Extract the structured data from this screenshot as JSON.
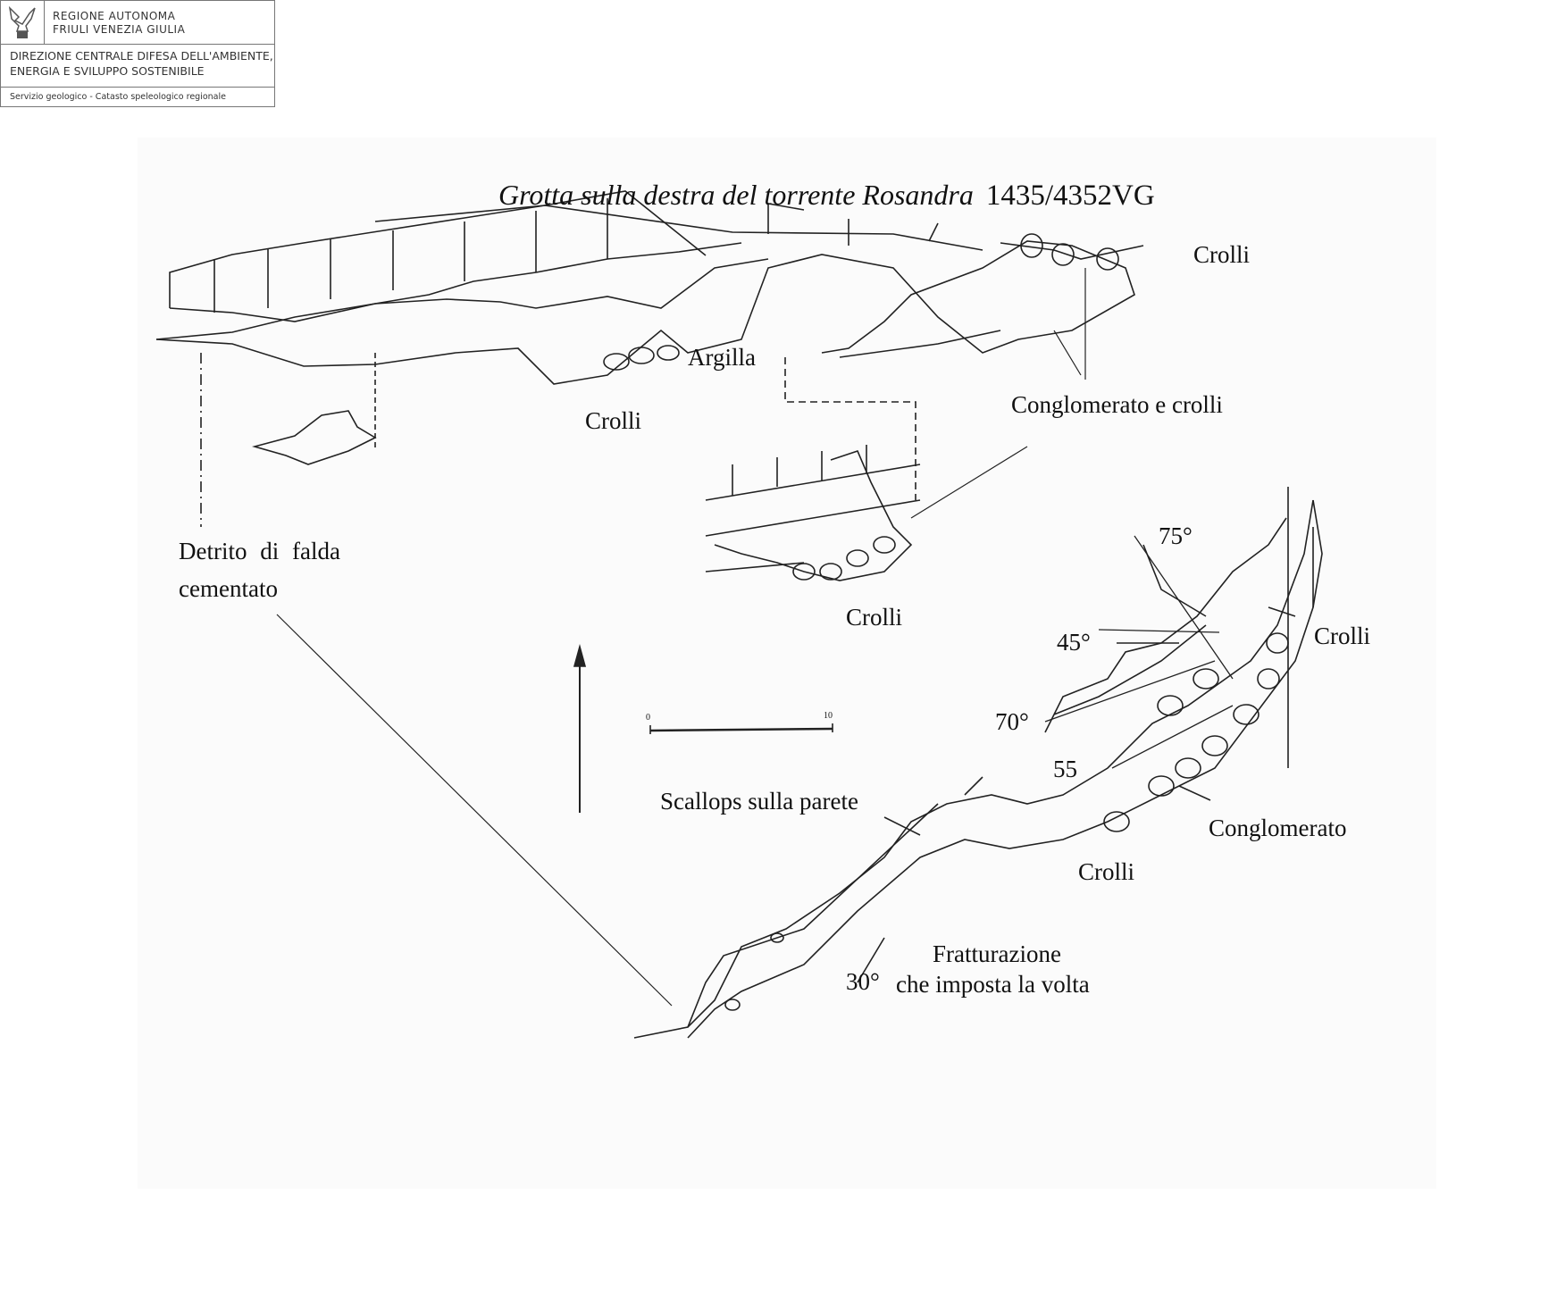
{
  "header": {
    "region_line1": "REGIONE AUTONOMA",
    "region_line2": "FRIULI VENEZIA GIULIA",
    "direction_line1": "DIREZIONE CENTRALE DIFESA DELL'AMBIENTE,",
    "direction_line2": "ENERGIA E SVILUPPO SOSTENIBILE",
    "service": "Servizio geologico - Catasto speleologico regionale"
  },
  "survey": {
    "title": "Grotta sulla destra del torrente Rosandra",
    "cadastre_number": "1435/4352VG",
    "labels": {
      "crolli_top_right": "Crolli",
      "argilla": "Argilla",
      "crolli_section": "Crolli",
      "conglomerato_e_crolli": "Conglomerato e crolli",
      "detrito_line1": "Detrito di falda",
      "detrito_line2": "cementato",
      "crolli_cross_section": "Crolli",
      "angle_75": "75°",
      "angle_45": "45°",
      "crolli_plan_right": "Crolli",
      "angle_70": "70°",
      "angle_55": "55",
      "scallops": "Scallops sulla parete",
      "conglomerato": "Conglomerato",
      "crolli_plan_bottom": "Crolli",
      "fratturazione_line1": "Fratturazione",
      "fratturazione_line2": "che imposta la volta",
      "angle_30": "30°"
    },
    "scale_bar": {
      "start": "0",
      "end": "10"
    }
  }
}
